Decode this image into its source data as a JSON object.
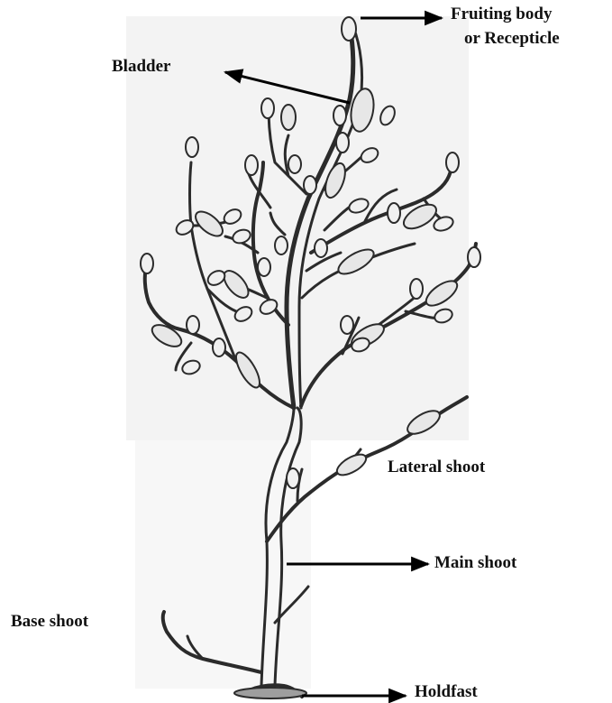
{
  "labels": {
    "fruiting_line1": "Fruiting body",
    "fruiting_line2": "or Recepticle",
    "bladder": "Bladder",
    "lateral_shoot": "Lateral shoot",
    "main_shoot": "Main shoot",
    "base_shoot": "Base shoot",
    "holdfast": "Holdfast"
  },
  "colors": {
    "stroke": "#2b2b2b",
    "fill": "#ececec",
    "shade": "#d8d8d8",
    "background": "#ffffff",
    "arrow": "#000000"
  }
}
